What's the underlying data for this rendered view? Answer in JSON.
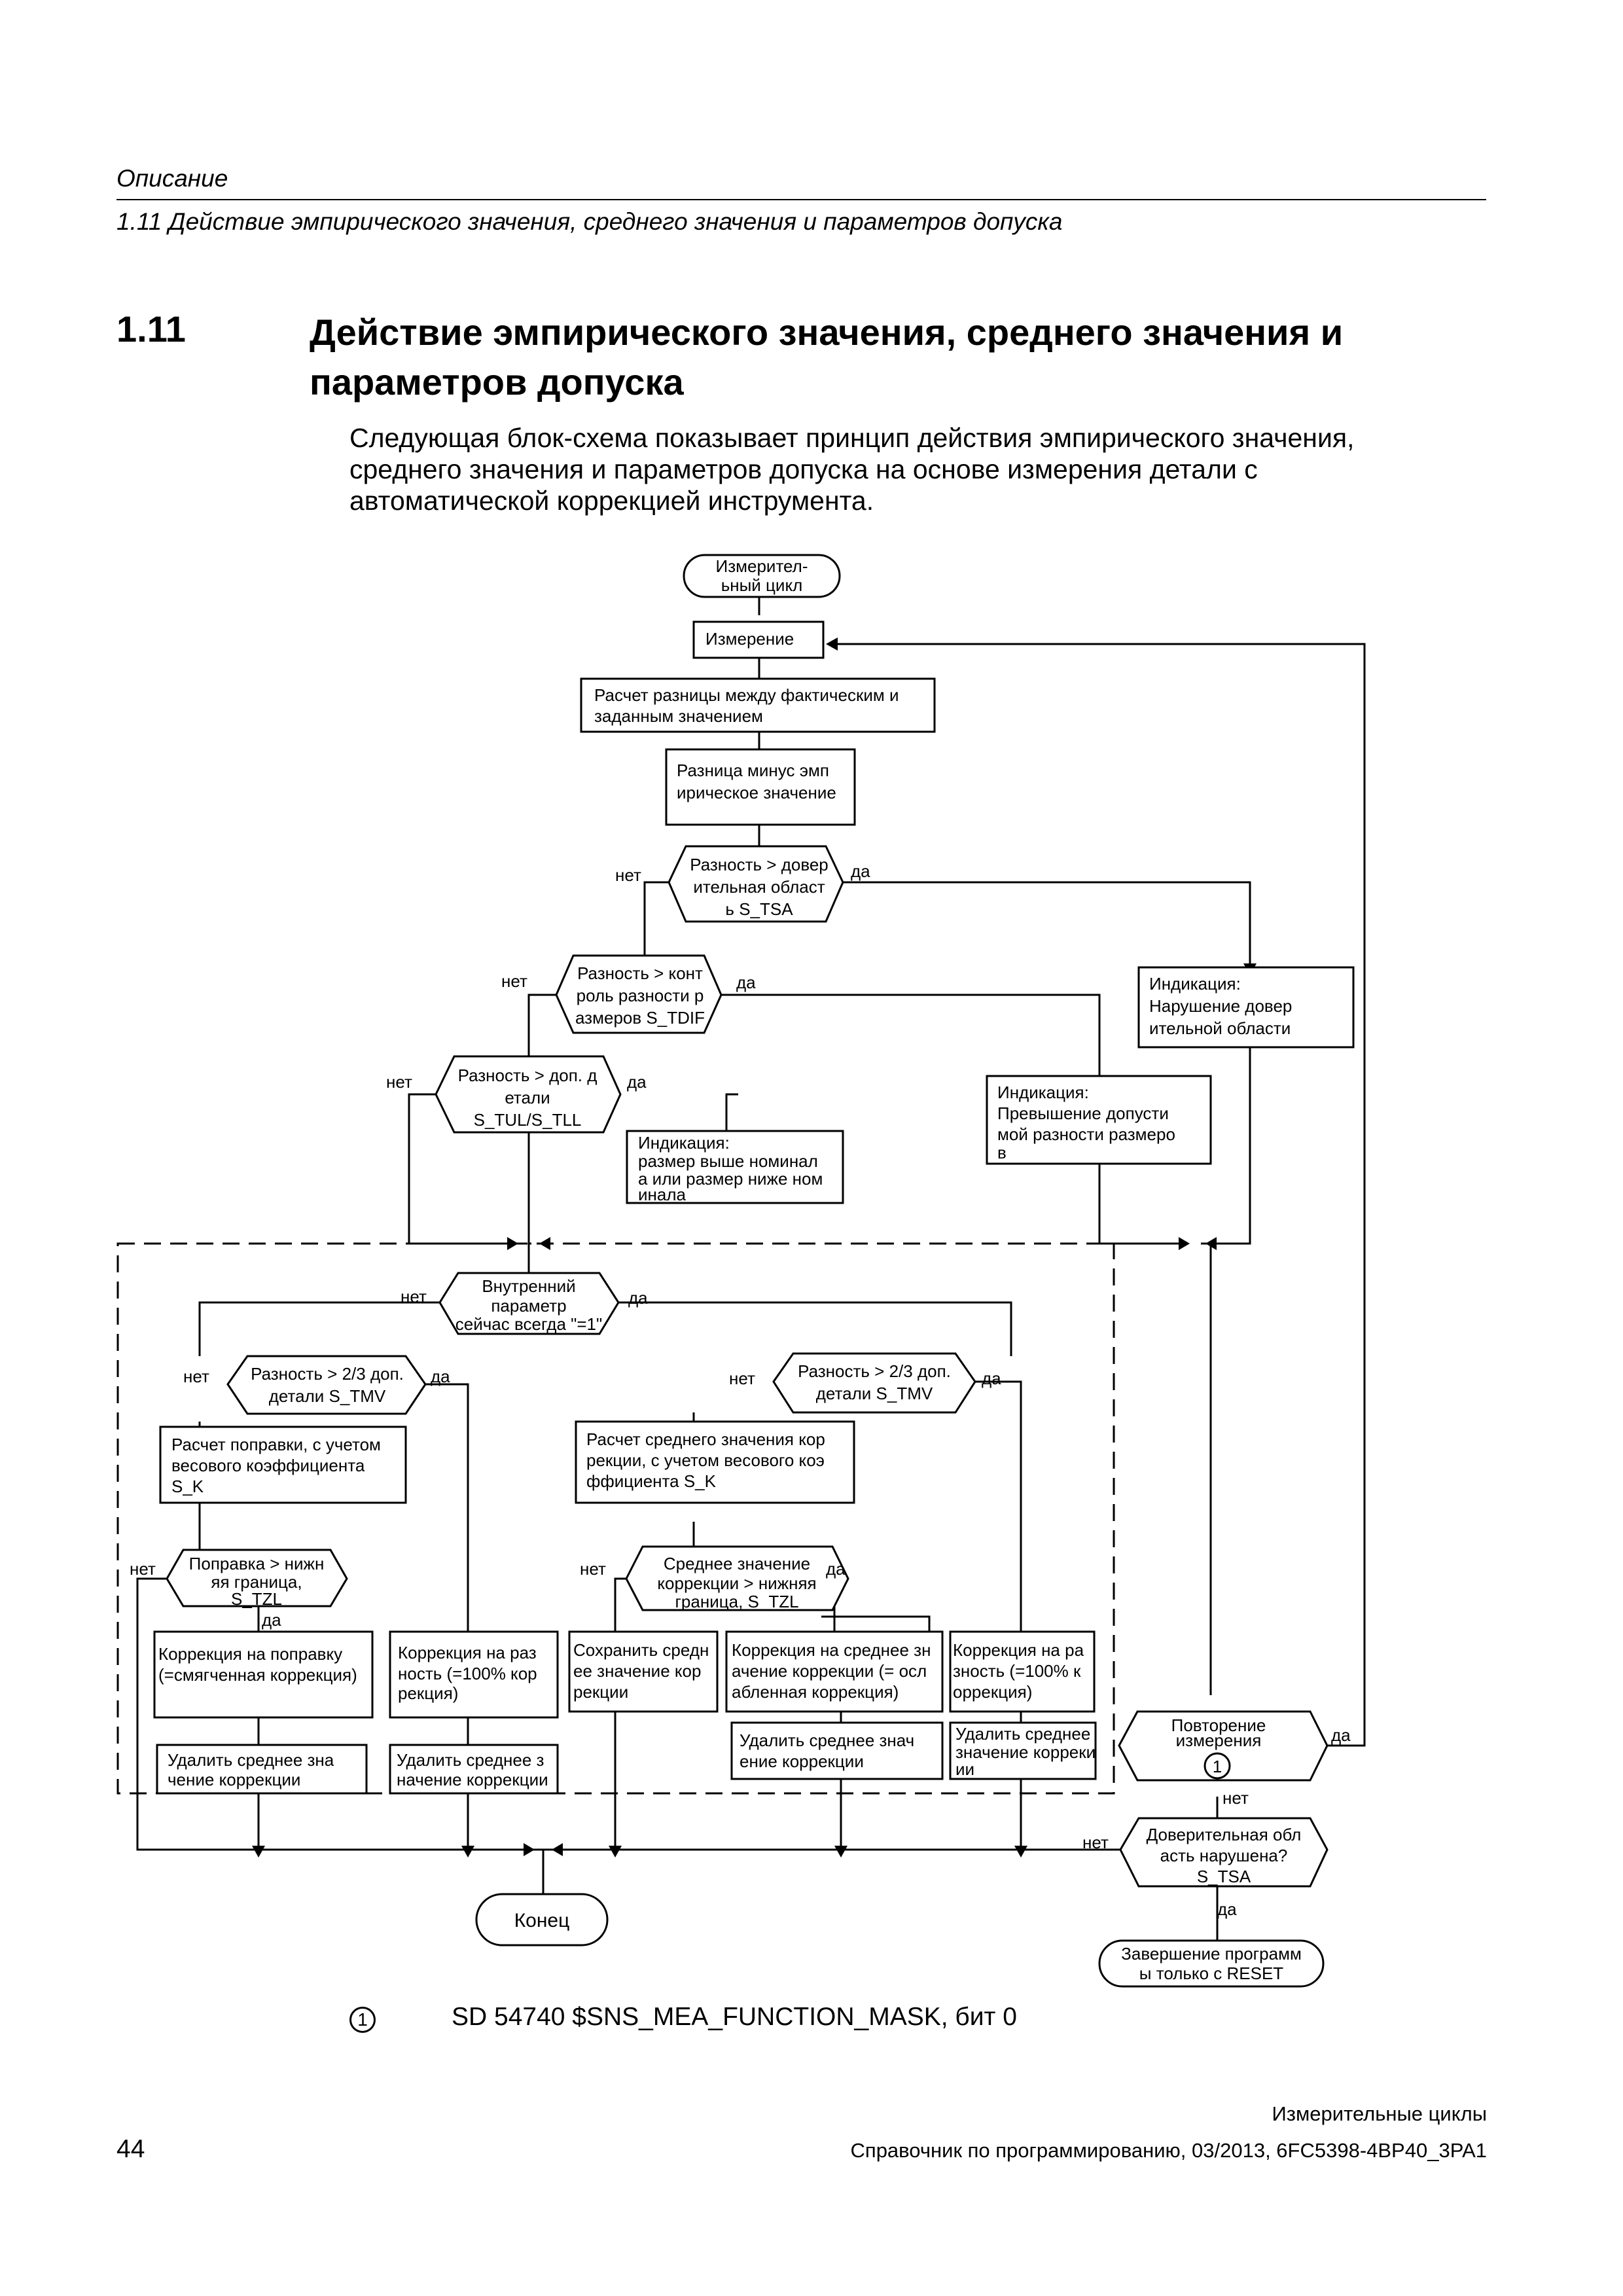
{
  "header": {
    "section": "Описание",
    "subsection": "1.11 Действие эмпирического значения, среднего значения и параметров допуска"
  },
  "section": {
    "number": "1.11",
    "title": "Действие эмпирического значения, среднего значения и параметров допуска",
    "intro": "Следующая блок-схема показывает принцип действия эмпирического значения, среднего значения и параметров допуска на основе измерения детали с автоматической коррекцией инструмента."
  },
  "flowchart": {
    "start": [
      "Измерител-",
      "ьный цикл"
    ],
    "measure": [
      "Измерение"
    ],
    "calc_diff": [
      "Расчет разницы между фактическим и",
      "заданным значением"
    ],
    "diff_minus_emp": [
      "Разница минус эмп",
      "ирическое значение"
    ],
    "dec_tsa": [
      "Разность > довер",
      "ительная област",
      "ь S_TSA"
    ],
    "dec_tdif": [
      "Разность > конт",
      "роль разности р",
      "азмеров S_TDIF"
    ],
    "dec_tul": [
      "Разность > доп. д",
      "етали",
      "S_TUL/S_TLL"
    ],
    "ind_nominal": [
      "Индикация:",
      "размер выше номинал",
      "а или размер ниже ном",
      "инала"
    ],
    "ind_tsa": [
      "Индикация:",
      "Нарушение довер",
      "ительной области"
    ],
    "ind_tdif": [
      "Индикация:",
      "Превышение допусти",
      "мой разности размеро",
      "в"
    ],
    "internal_param": [
      "Внутренний",
      "параметр",
      "сейчас всегда \"=1\""
    ],
    "dec_tmv_left": [
      "Разность > 2/3 доп.",
      "детали S_TMV"
    ],
    "dec_tmv_right": [
      "Разность > 2/3 доп.",
      "детали S_TMV"
    ],
    "calc_corr_left": [
      "Расчет поправки, с учетом",
      "весового коэффициента",
      "S_K"
    ],
    "calc_corr_right": [
      "Расчет среднего значения кор",
      "рекции, с учетом весового коэ",
      "ффициента S_K"
    ],
    "dec_tzl_left": [
      "Поправка > нижн",
      "яя граница,",
      "S_TZL"
    ],
    "dec_tzl_right": [
      "Среднее значение",
      "коррекции > нижняя",
      "граница, S_TZL"
    ],
    "corr_soft": [
      "Коррекция на поправку",
      "(=смягченная коррекция)"
    ],
    "corr_full_left": [
      "Коррекция на раз",
      "ность (=100% кор",
      "рекция)"
    ],
    "save_mean": [
      "Сохранить средн",
      "ее значение кор",
      "рекции"
    ],
    "corr_mean": [
      "Коррекция на среднее зн",
      "ачение коррекции (= осл",
      "абленная коррекция)"
    ],
    "corr_full_right": [
      "Коррекция на ра",
      "зность (=100% к",
      "оррекция)"
    ],
    "del_mean_1": [
      "Удалить среднее зна",
      "чение коррекции"
    ],
    "del_mean_2": [
      "Удалить среднее з",
      "начение коррекции"
    ],
    "del_mean_3": [
      "Удалить среднее знач",
      "ение коррекции"
    ],
    "del_mean_4": [
      "Удалить среднее",
      "значение корреки",
      "ии"
    ],
    "dec_repeat": [
      "Повторение",
      "измерения"
    ],
    "repeat_marker": "1",
    "dec_trust": [
      "Доверительная обл",
      "асть нарушена?",
      "S_TSA"
    ],
    "end_reset": [
      "Завершение программ",
      "ы только с RESET"
    ],
    "end": [
      "Конец"
    ],
    "labels": {
      "yes": "да",
      "no": "нет"
    }
  },
  "footnote": {
    "marker": "1",
    "text": "SD 54740 $SNS_MEA_FUNCTION_MASK, бит 0"
  },
  "footer": {
    "book": "Измерительные циклы",
    "page": "44",
    "reference": "Справочник по программированию, 03/2013, 6FC5398-4BP40_3PA1"
  }
}
